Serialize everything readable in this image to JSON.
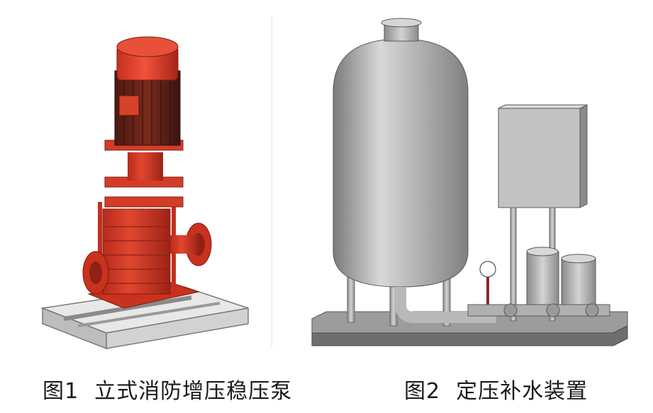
{
  "figure1": {
    "caption_number": "图1",
    "caption_text": "立式消防增压稳压泵",
    "colors": {
      "pump": "#d63a2a",
      "motor_cap": "#e0341f",
      "base": "#cfcfcf"
    }
  },
  "figure2": {
    "caption_number": "图2",
    "caption_text": "定压补水装置",
    "colors": {
      "tank": "#a9a9a9",
      "cabinet": "#b5b5b5",
      "base": "#8f8f8f"
    }
  }
}
